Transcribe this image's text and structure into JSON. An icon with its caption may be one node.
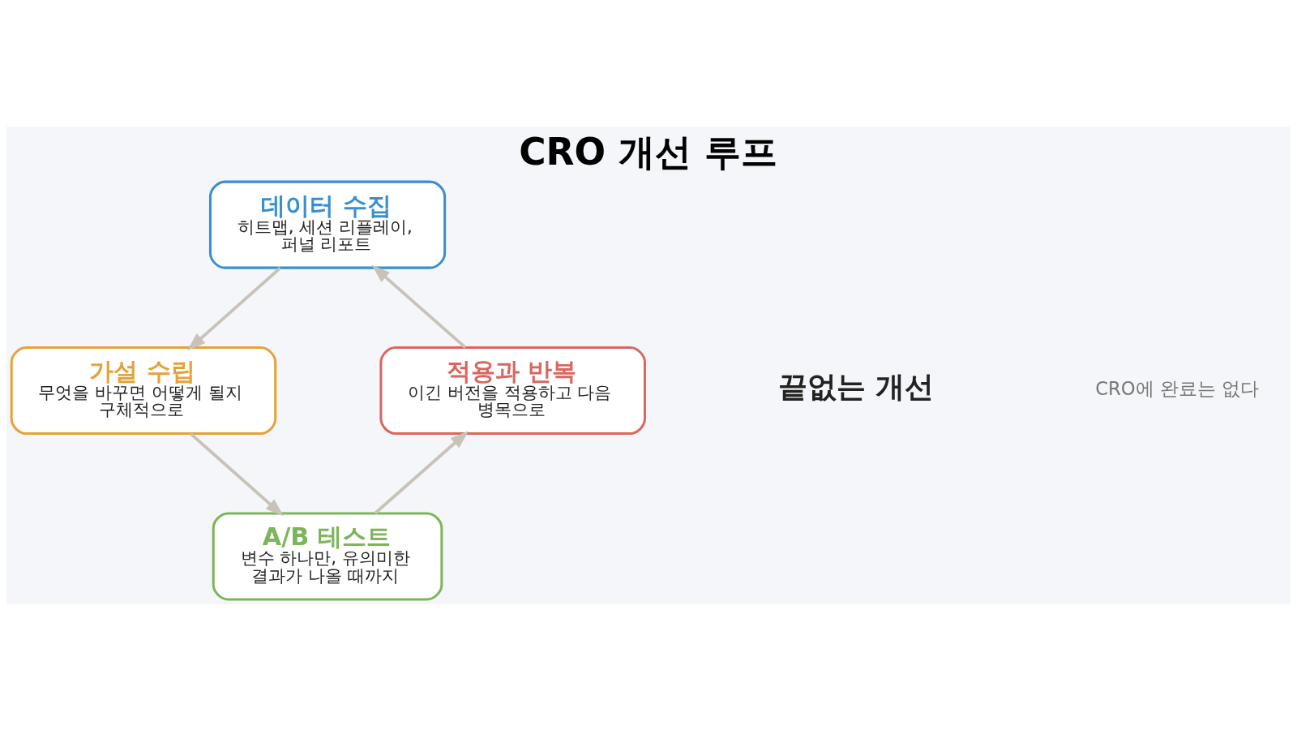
{
  "diagram": {
    "title": "CRO 개선 루프",
    "nodes": [
      {
        "text": [
          "데이터 수집",
          "히트맵, 세션 리플레이, 퍼널 리포트"
        ]
      },
      {
        "text": [
          "가설 수립",
          "무엇을 바꾸면 어떻게 될지 구체적으로"
        ]
      },
      {
        "text": [
          "A/B 테스트",
          "변수 하나만, 유의미한 결과가 나올 때까지"
        ]
      },
      {
        "text": [
          "적용과 반복",
          "이긴 버전을 적용하고 다음 병목으로"
        ]
      }
    ],
    "edges": [
      {
        "from": 0,
        "to": 1,
        "arrow": "to"
      },
      {
        "from": 1,
        "to": 2,
        "arrow": "to"
      },
      {
        "from": 2,
        "to": 3,
        "arrow": "to"
      },
      {
        "from": 3,
        "to": 0,
        "arrow": "to"
      }
    ],
    "labels": [
      "끝없는 개선",
      "CRO에 완료는 없다"
    ]
  }
}
